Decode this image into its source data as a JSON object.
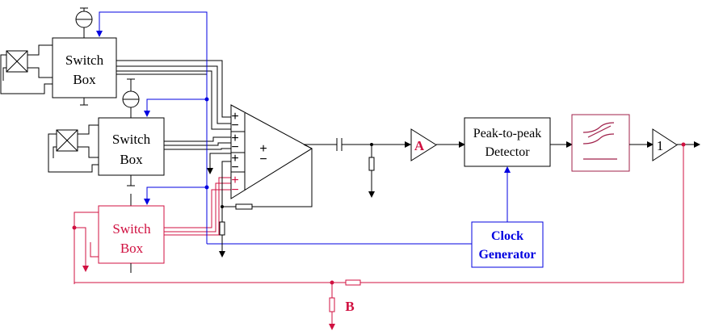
{
  "colors": {
    "black": "#000000",
    "blue": "#0000e0",
    "red": "#d01040",
    "filter": "#a0204a"
  },
  "switch_boxes": [
    {
      "line1": "Switch",
      "line2": "Box",
      "color": "black"
    },
    {
      "line1": "Switch",
      "line2": "Box",
      "color": "black"
    },
    {
      "line1": "Switch",
      "line2": "Box",
      "color": "red"
    }
  ],
  "opamp": {
    "inner_plus": "+",
    "inner_minus": "−",
    "input_signs": [
      "+",
      "−",
      "+",
      "−",
      "+",
      "−",
      "+",
      "−"
    ]
  },
  "amplifier_a": {
    "label": "A"
  },
  "detector": {
    "line1": "Peak-to-peak",
    "line2": "Detector"
  },
  "clock": {
    "line1": "Clock",
    "line2": "Generator"
  },
  "unity_buffer": {
    "label": "1"
  },
  "feedback_node": {
    "label": "B"
  }
}
